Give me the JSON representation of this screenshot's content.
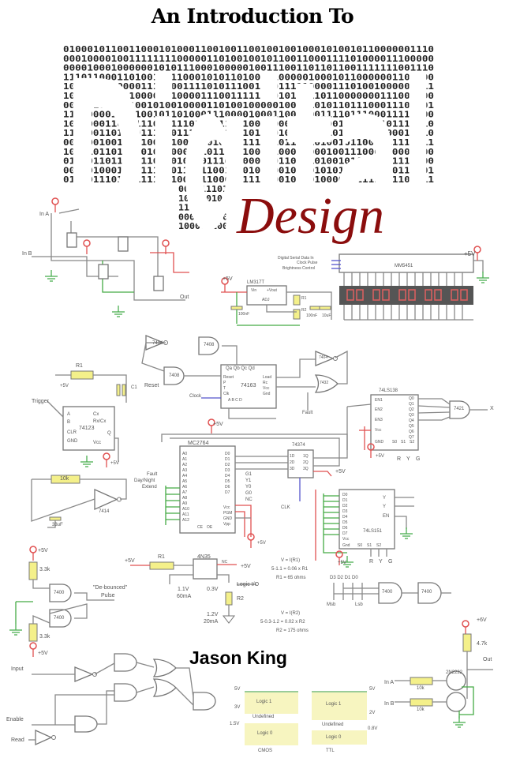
{
  "cover": {
    "title": "An Introduction To",
    "word_art": "Digital",
    "subtitle": "Design",
    "author": "Jason King",
    "colors": {
      "title_red": "#8b0d0d",
      "wire": "#888888",
      "power": "#e05050",
      "ground": "#4caf50",
      "resistor": "#f4f08a",
      "logic_box": "#f7f5c0",
      "clock_wire": "#5050d0"
    }
  },
  "circuits": {
    "cmos_gate": [
      "In A",
      "In B",
      "Out"
    ],
    "display_driver": [
      "Digital Serial Data In",
      "Clock Pulse",
      "Brightness Control",
      "MM5451",
      "+5V"
    ],
    "regulator": [
      "+5V",
      "LM317T",
      "Vin",
      "+Vout",
      "ADJ",
      "R1",
      "R2",
      "100nF",
      "100nF",
      "10uF"
    ],
    "counter": [
      "7404",
      "7408",
      "7408",
      "Reset",
      "Qa  Qb  Qc  Qd",
      "Reset",
      "P",
      "T",
      "Clk",
      "Load",
      "Rc",
      "Vcc",
      "Gnd",
      "74163",
      "A    B    C    D",
      "Clock",
      "+5V",
      "7404",
      "7432",
      "Fault"
    ],
    "monostable": [
      "R1",
      "+5V",
      "C1",
      "Trigger",
      "A",
      "B",
      "CLR",
      "GND",
      "Cx",
      "Rx/Cx",
      "Q",
      "Vcc",
      "74123",
      "+5V"
    ],
    "decoder": [
      "74LS138",
      "EN1",
      "EN2",
      "EN3",
      "Vcc",
      "GND",
      "S0",
      "S1",
      "S2",
      "Q0",
      "Q1",
      "Q2",
      "Q3",
      "Q4",
      "Q5",
      "Q6",
      "Q7",
      "7421",
      "X",
      "+5V",
      "R",
      "Y",
      "G"
    ],
    "eprom": [
      "MC2764",
      "A0",
      "A1",
      "A2",
      "A3",
      "A4",
      "A5",
      "A6",
      "A7",
      "A8",
      "A9",
      "A10",
      "A11",
      "A12",
      "CE",
      "OE",
      "D0",
      "D1",
      "D2",
      "D3",
      "D4",
      "D5",
      "D6",
      "D7",
      "Vcc",
      "PGM",
      "GND",
      "Vpp",
      "Fault",
      "Day/Night",
      "Extend",
      "G1",
      "Y1",
      "Y0",
      "G0",
      "NC",
      "74374",
      "1D",
      "2D",
      "3D",
      "1Q",
      "2Q",
      "3Q",
      "+5V",
      "CLK",
      "+5V"
    ],
    "oscillator": [
      "10k",
      "7414",
      "33uF"
    ],
    "multiplexer": [
      "D0",
      "D1",
      "D2",
      "D3",
      "D4",
      "D5",
      "D6",
      "D7",
      "Vcc",
      "Gnd",
      "S0",
      "S1",
      "S2",
      "74LS151",
      "Y",
      "Y",
      "EN",
      "+5V",
      "R",
      "Y",
      "G"
    ],
    "debounce": [
      "+5V",
      "3.3k",
      "7400",
      "7400",
      "\"De-bounced\"",
      "Pulse",
      "3.3k",
      "+5V"
    ],
    "optocoupler": [
      "+5V",
      "R1",
      "4N35",
      "NC",
      "1.1V",
      "60mA",
      "0.3V",
      "+5V",
      "Logic I/O",
      "R2",
      "1.2V",
      "20mA"
    ],
    "calculations": [
      "V = I(R1)",
      "5-1.1 = 0.06 x R1",
      "R1 = 65 ohms",
      "V = I(R2)",
      "5-0.3-1.2 = 0.02 x R2",
      "R2 = 175 ohms"
    ],
    "comparator": [
      "D3 D2 D1 D0",
      "Msb",
      "Lsb",
      "7400",
      "7400"
    ],
    "transistor_nor": [
      "+6V",
      "4.7k",
      "Out",
      "2N2222",
      "In A",
      "In B",
      "10k",
      "10k"
    ],
    "tristate": [
      "Input",
      "Enable",
      "Read"
    ],
    "logic_levels": [
      "5V",
      "3V",
      "1.5V",
      "Logic 1",
      "Undefined",
      "Logic 0",
      "CMOS",
      "5V",
      "2V",
      "0.8V",
      "Logic 1",
      "Undefined",
      "Logic 0",
      "TTL"
    ]
  }
}
